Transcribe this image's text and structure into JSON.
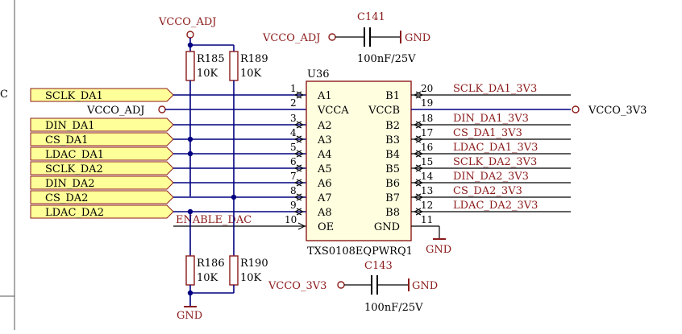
{
  "chip": {
    "designator": "U36",
    "part": "TXS0108EQPWRQ1",
    "left_pins": [
      {
        "num": "1",
        "name": "A1"
      },
      {
        "num": "2",
        "name": "VCCA"
      },
      {
        "num": "3",
        "name": "A2"
      },
      {
        "num": "4",
        "name": "A3"
      },
      {
        "num": "5",
        "name": "A4"
      },
      {
        "num": "6",
        "name": "A5"
      },
      {
        "num": "7",
        "name": "A6"
      },
      {
        "num": "8",
        "name": "A7"
      },
      {
        "num": "9",
        "name": "A8"
      },
      {
        "num": "10",
        "name": "OE"
      }
    ],
    "right_pins": [
      {
        "num": "20",
        "name": "B1"
      },
      {
        "num": "19",
        "name": "VCCB"
      },
      {
        "num": "18",
        "name": "B2"
      },
      {
        "num": "17",
        "name": "B3"
      },
      {
        "num": "16",
        "name": "B4"
      },
      {
        "num": "15",
        "name": "B5"
      },
      {
        "num": "14",
        "name": "B6"
      },
      {
        "num": "13",
        "name": "B7"
      },
      {
        "num": "12",
        "name": "B8"
      },
      {
        "num": "11",
        "name": "GND"
      }
    ]
  },
  "ports_left": [
    "SCLK_DA1",
    "DIN_DA1",
    "CS_DA1",
    "LDAC_DA1",
    "SCLK_DA2",
    "DIN_DA2",
    "CS_DA2",
    "LDAC_DA2"
  ],
  "nets_right": [
    "SCLK_DA1_3V3",
    "DIN_DA1_3V3",
    "CS_DA1_3V3",
    "LDAC_DA1_3V3",
    "SCLK_DA2_3V3",
    "DIN_DA2_3V3",
    "CS_DA2_3V3",
    "LDAC_DA2_3V3"
  ],
  "power": {
    "vcco_adj": "VCCO_ADJ",
    "vcco_3v3": "VCCO_3V3",
    "gnd": "GND",
    "enable": "ENABLE_DAC"
  },
  "resistors": [
    {
      "ref": "R185",
      "value": "10K"
    },
    {
      "ref": "R189",
      "value": "10K"
    },
    {
      "ref": "R186",
      "value": "10K"
    },
    {
      "ref": "R190",
      "value": "10K"
    }
  ],
  "capacitors": [
    {
      "ref": "C141",
      "value": "100nF/25V"
    },
    {
      "ref": "C143",
      "value": "100nF/25V"
    }
  ],
  "edge_text": "C",
  "colors": {
    "wire": "#000080",
    "component": "#8b1a1a",
    "port_fill": "#ffff99",
    "port_stroke": "#8b1a1a"
  }
}
